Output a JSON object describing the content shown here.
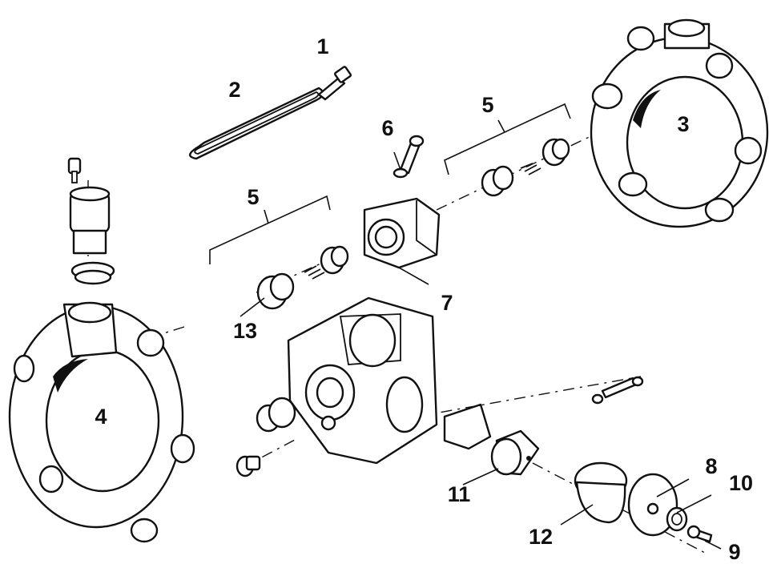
{
  "callouts": {
    "c1": "1",
    "c2": "2",
    "c3": "3",
    "c4": "4",
    "c5a": "5",
    "c5b": "5",
    "c6": "6",
    "c7": "7",
    "c8": "8",
    "c9": "9",
    "c10": "10",
    "c11": "11",
    "c12": "12",
    "c13": "13"
  },
  "colors": {
    "ink": "#111111",
    "paper": "#ffffff"
  }
}
